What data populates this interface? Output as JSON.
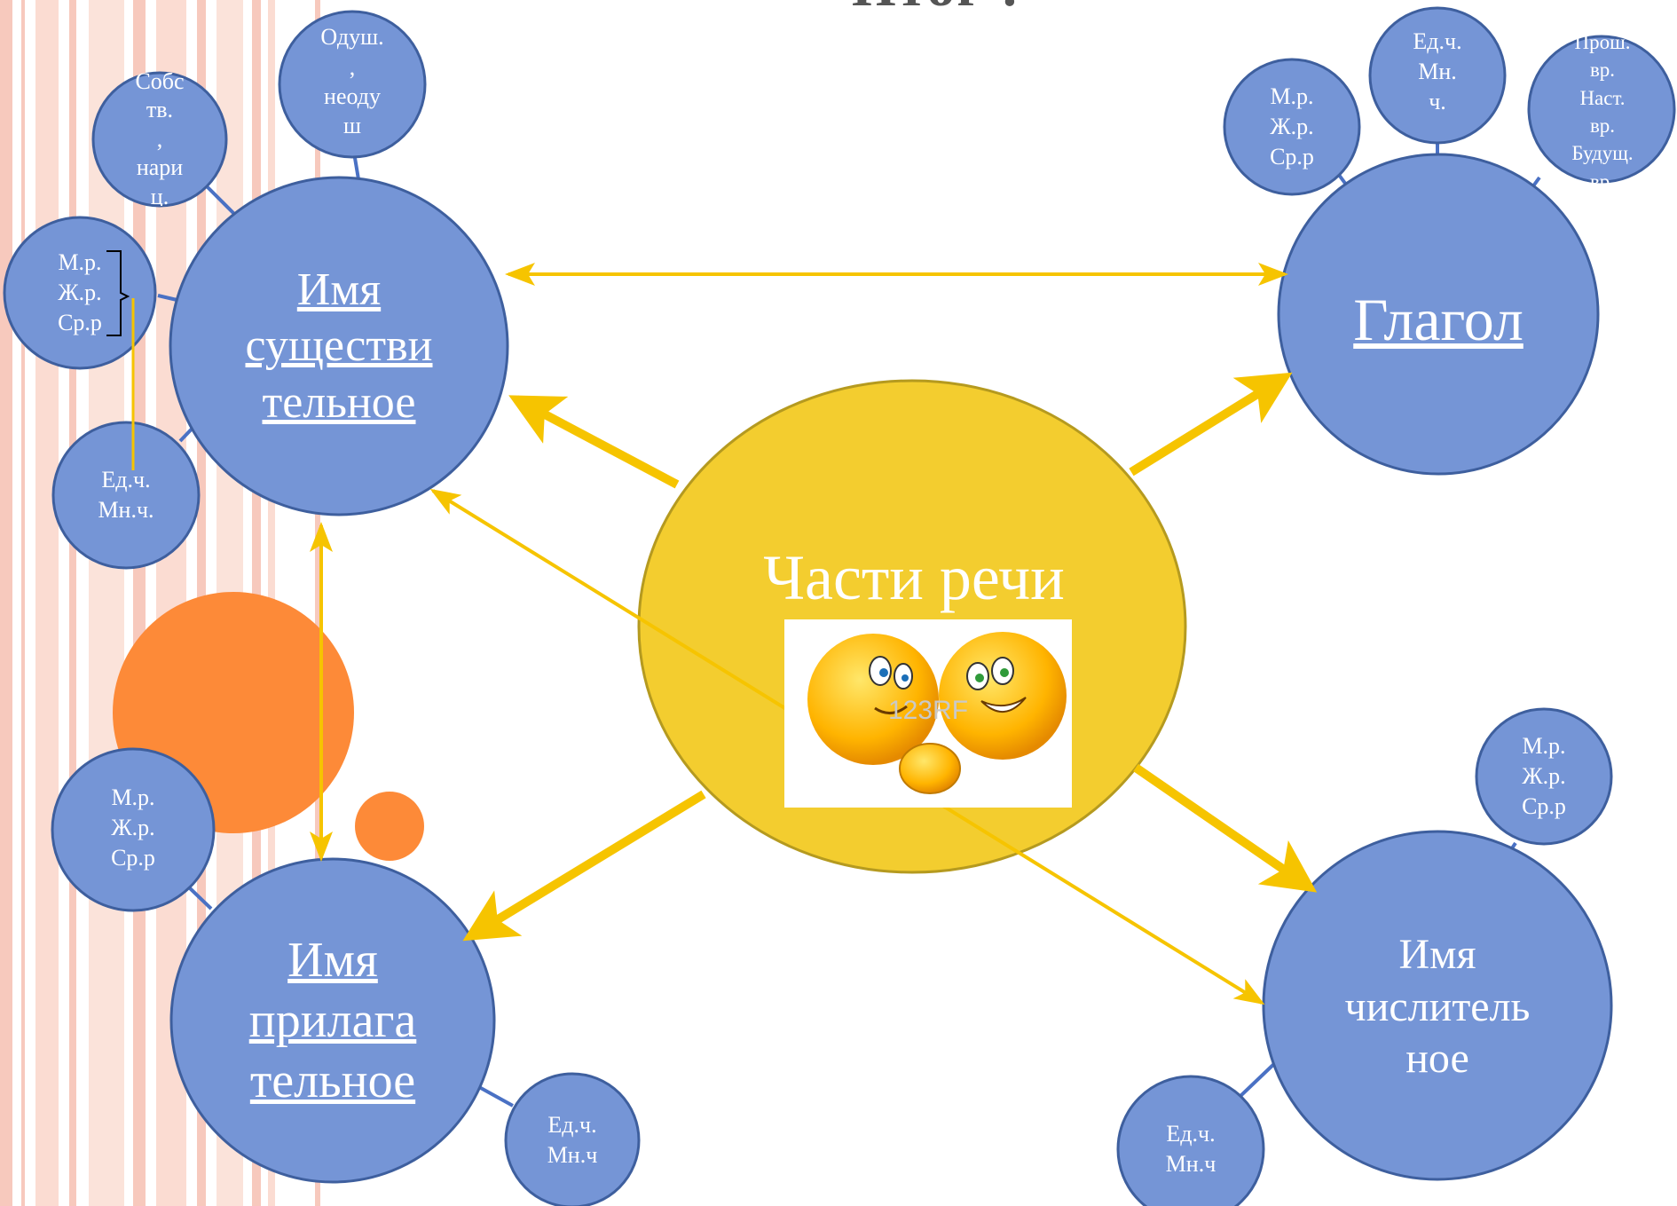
{
  "title": "Итог :",
  "center": {
    "label": "Части речи",
    "watermark": "123RF"
  },
  "nodes": {
    "noun": {
      "lines": [
        "Имя",
        "существи",
        "тельное"
      ]
    },
    "verb": {
      "lines": [
        "Глагол"
      ]
    },
    "adjective": {
      "lines": [
        "Имя",
        "прилага",
        "тельное"
      ]
    },
    "numeral": {
      "lines": [
        "Имя",
        "числитель",
        "ное"
      ]
    }
  },
  "satellites": {
    "noun_animacy": {
      "lines": [
        "Одуш.",
        ",",
        "неоду",
        "ш"
      ]
    },
    "noun_proper": {
      "lines": [
        "Собс",
        "тв.",
        ",",
        "нари",
        "ц."
      ]
    },
    "noun_gender": {
      "lines": [
        "М.р.",
        "Ж.р.",
        "Ср.р"
      ]
    },
    "noun_number": {
      "lines": [
        "Ед.ч.",
        "Мн.ч."
      ]
    },
    "verb_gender": {
      "lines": [
        "М.р.",
        "Ж.р.",
        "Ср.р"
      ]
    },
    "verb_number": {
      "lines": [
        "Ед.ч.",
        "Мн.",
        "ч."
      ]
    },
    "verb_tense": {
      "lines": [
        "Прош.",
        "вр.",
        "Наст.",
        "вр.",
        "Будущ.",
        "вр."
      ]
    },
    "adj_gender": {
      "lines": [
        "М.р.",
        "Ж.р.",
        "Ср.р"
      ]
    },
    "adj_number": {
      "lines": [
        "Ед.ч.",
        "Мн.ч"
      ]
    },
    "num_gender": {
      "lines": [
        "М.р.",
        "Ж.р.",
        "Ср.р"
      ]
    },
    "num_number": {
      "lines": [
        "Ед.ч.",
        "Мн.ч"
      ]
    }
  },
  "colors": {
    "bubble_fill": "#7595d6",
    "bubble_stroke": "#3e5f9e",
    "center_fill": "#f3cd2f",
    "center_stroke": "#b59a1f",
    "arrow": "#f6c400",
    "orange": "#fd8a38",
    "stripe": "#f7c9bd"
  }
}
